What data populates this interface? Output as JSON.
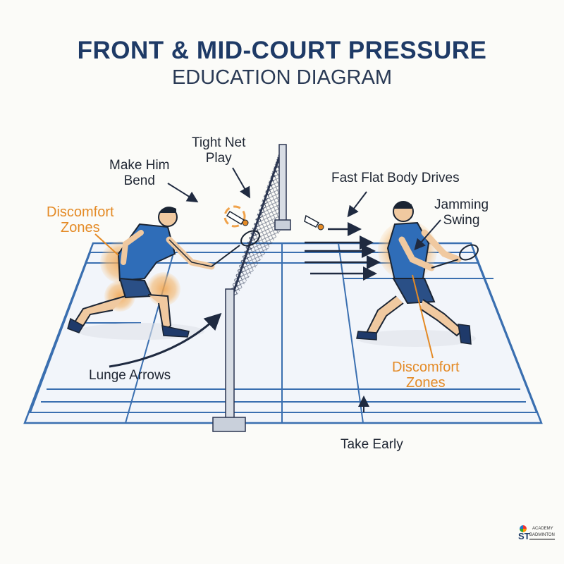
{
  "header": {
    "title": "FRONT & MID-COURT PRESSURE",
    "subtitle": "EDUCATION DIAGRAM"
  },
  "labels": {
    "make_him_bend": "Make Him\nBend",
    "tight_net_play": "Tight Net\nPlay",
    "fast_flat_body_drives": "Fast Flat Body Drives",
    "jamming_swing": "Jamming\nSwing",
    "discomfort_zones_left": "Discomfort\nZones",
    "discomfort_zones_right": "Discomfort\nZones",
    "lunge_arrows": "Lunge Arrows",
    "take_early": "Take Early"
  },
  "logo": {
    "line1": "ACADEMY",
    "line2": "ST",
    "line3": "BADMINTON"
  },
  "colors": {
    "court_line": "#3a6fb0",
    "player_shirt": "#2f6db8",
    "discomfort_zone": "#f0a24a",
    "label_orange": "#e48a25",
    "title": "#1e3a66"
  }
}
